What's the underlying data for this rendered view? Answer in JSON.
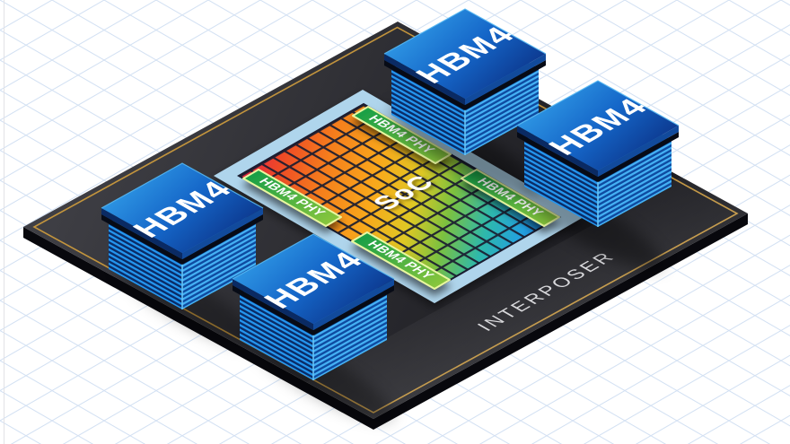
{
  "diagram": {
    "type": "isometric-chip-package-diagram",
    "interposer": {
      "label": "INTERPOSER"
    },
    "soc": {
      "label": "SoC"
    },
    "hbm_stacks": [
      {
        "position": "top",
        "label": "HBM4"
      },
      {
        "position": "right",
        "label": "HBM4"
      },
      {
        "position": "left",
        "label": "HBM4"
      },
      {
        "position": "bottom",
        "label": "HBM4"
      }
    ],
    "phy_strips": [
      {
        "position": "top-edge-near",
        "label": "HBM4 PHY"
      },
      {
        "position": "top-edge-far",
        "label": "HBM4 PHY"
      },
      {
        "position": "bottom-edge-near",
        "label": "HBM4 PHY"
      },
      {
        "position": "bottom-edge-far",
        "label": "HBM4 PHY"
      }
    ],
    "colors": {
      "background": "#ffffff",
      "background_grid": "#d3e1f3",
      "canvas_border": "#e2e2e6",
      "interposer_side": "#08080d",
      "interposer_trim_gold": "#c9993d",
      "substrate_blue": "#afd5ec",
      "hbm_bright_blue": "#2496ef",
      "hbm_deep_blue": "#0a2b7e",
      "phy_green_dark": "#0d9b47",
      "phy_green_light": "#94ca3c",
      "phy_border": "#e9f7a0",
      "soc_hot": "#e51a4d",
      "soc_cold": "#1257b8",
      "label_text": "#ffffff",
      "interposer_label_text": "#d9d9dc"
    }
  }
}
